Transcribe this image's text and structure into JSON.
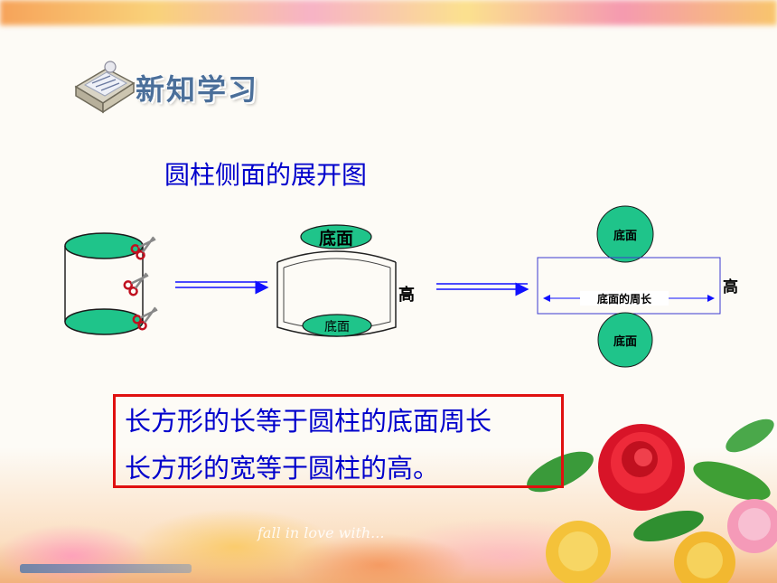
{
  "header": {
    "title": "新知学习",
    "heading": "圆柱侧面的展开图"
  },
  "diagram": {
    "cylinder_b_top": "底面",
    "cylinder_b_bottom": "底面",
    "cylinder_b_height": "高",
    "net_top": "底面",
    "net_bottom": "底面",
    "net_length": "底面的周长",
    "net_height": "高"
  },
  "conclusion": {
    "line1": "长方形的长等于圆柱的底面周长",
    "line2": "长方形的宽等于圆柱的高。"
  },
  "colors": {
    "face_fill": "#1fc48a",
    "heading_text": "#0000cc",
    "box_border": "#e01010",
    "arrow": "#1010ff"
  }
}
